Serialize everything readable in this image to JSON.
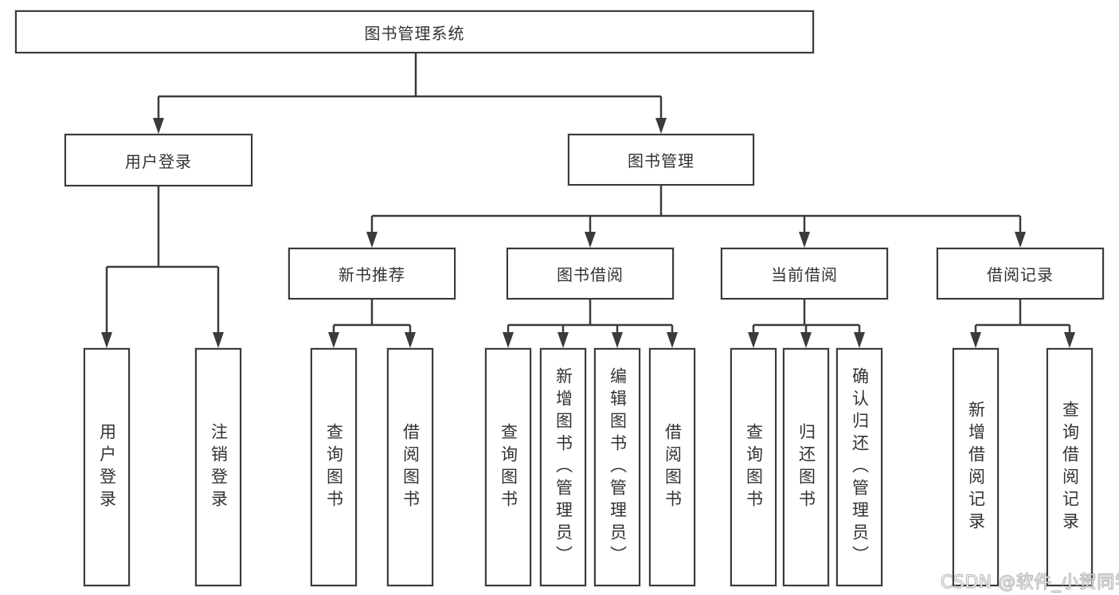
{
  "diagram_type": "hierarchy-tree",
  "colors": {
    "line": "#3b3b3b",
    "box_border": "#3b3b3b",
    "box_bg": "#ffffff",
    "text": "#333333"
  },
  "tree": {
    "root": {
      "label": "图书管理系统"
    },
    "branches": [
      {
        "label": "用户登录",
        "children": [
          {
            "label": "用户登录"
          },
          {
            "label": "注销登录"
          }
        ]
      },
      {
        "label": "图书管理",
        "children": [
          {
            "label": "新书推荐",
            "children": [
              {
                "label": "查询图书"
              },
              {
                "label": "借阅图书"
              }
            ]
          },
          {
            "label": "图书借阅",
            "children": [
              {
                "label": "查询图书"
              },
              {
                "label": "新增图书（管理员）"
              },
              {
                "label": "编辑图书（管理员）"
              },
              {
                "label": "借阅图书"
              }
            ]
          },
          {
            "label": "当前借阅",
            "children": [
              {
                "label": "查询图书"
              },
              {
                "label": "归还图书"
              },
              {
                "label": "确认归还（管理员）"
              }
            ]
          },
          {
            "label": "借阅记录",
            "children": [
              {
                "label": "新增借阅记录"
              },
              {
                "label": "查询借阅记录"
              }
            ]
          }
        ]
      }
    ]
  },
  "watermark": {
    "text": "CSDN @软件_小贺同学"
  }
}
